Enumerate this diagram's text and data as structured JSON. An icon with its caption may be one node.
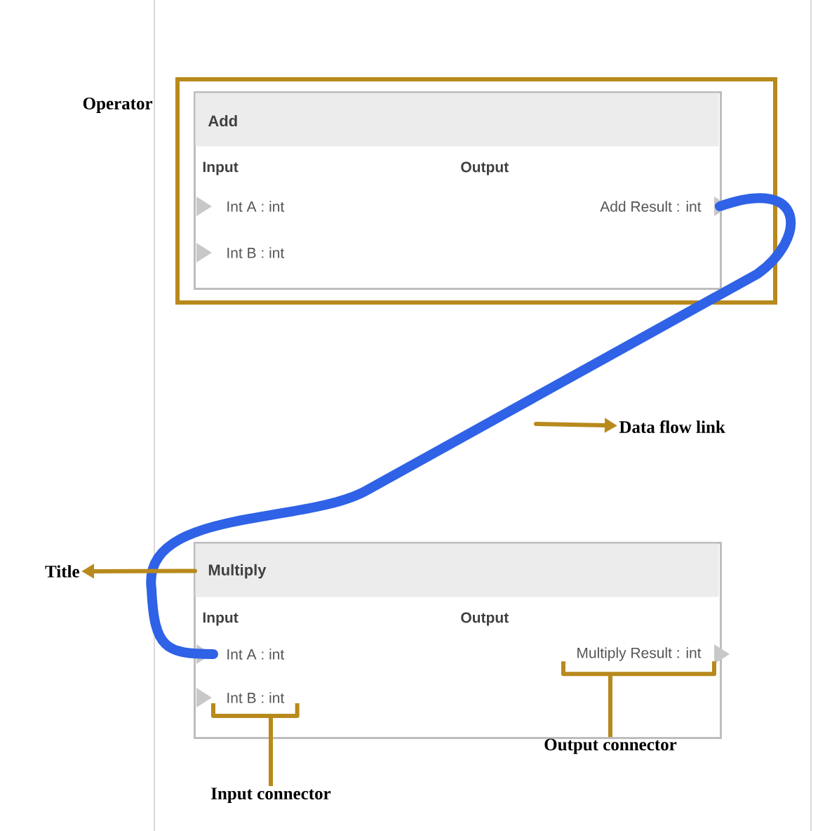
{
  "diagram": {
    "nodes": [
      {
        "text": [
          "Operator"
        ]
      },
      {
        "text": [
          "Input",
          "Output"
        ],
        "in": 0
      },
      {
        "text": [
          "Add"
        ],
        "in": 1
      },
      {
        "text": [
          "Int A : int"
        ],
        "in": 1
      },
      {
        "text": [
          "Int B : int"
        ],
        "in": 1
      },
      {
        "text": [
          "Add Result : int"
        ],
        "in": 1
      },
      {
        "text": [
          "Data flow link"
        ]
      },
      {
        "text": [
          "Title"
        ]
      },
      {
        "text": [
          "Input",
          "Output"
        ]
      },
      {
        "text": [
          "Multiply"
        ],
        "in": 8
      },
      {
        "text": [
          "Int A : int"
        ],
        "in": 8
      },
      {
        "text": [
          "Int B : int"
        ],
        "in": 8
      },
      {
        "text": [
          "Multiply Result : int"
        ],
        "in": 8
      },
      {
        "text": [
          "Input connector"
        ]
      },
      {
        "text": [
          "Output connector"
        ]
      }
    ],
    "edges": [
      {
        "from": 5,
        "to": 10,
        "arrow": "none",
        "style": "thick",
        "color": "#2f62e6"
      },
      {
        "from": null,
        "to": 6,
        "arrow": "to"
      },
      {
        "from": 9,
        "to": 7,
        "arrow": "to"
      },
      {
        "from": 13,
        "to": 11,
        "arrow": "none"
      },
      {
        "from": 14,
        "to": 12,
        "arrow": "none"
      }
    ]
  }
}
